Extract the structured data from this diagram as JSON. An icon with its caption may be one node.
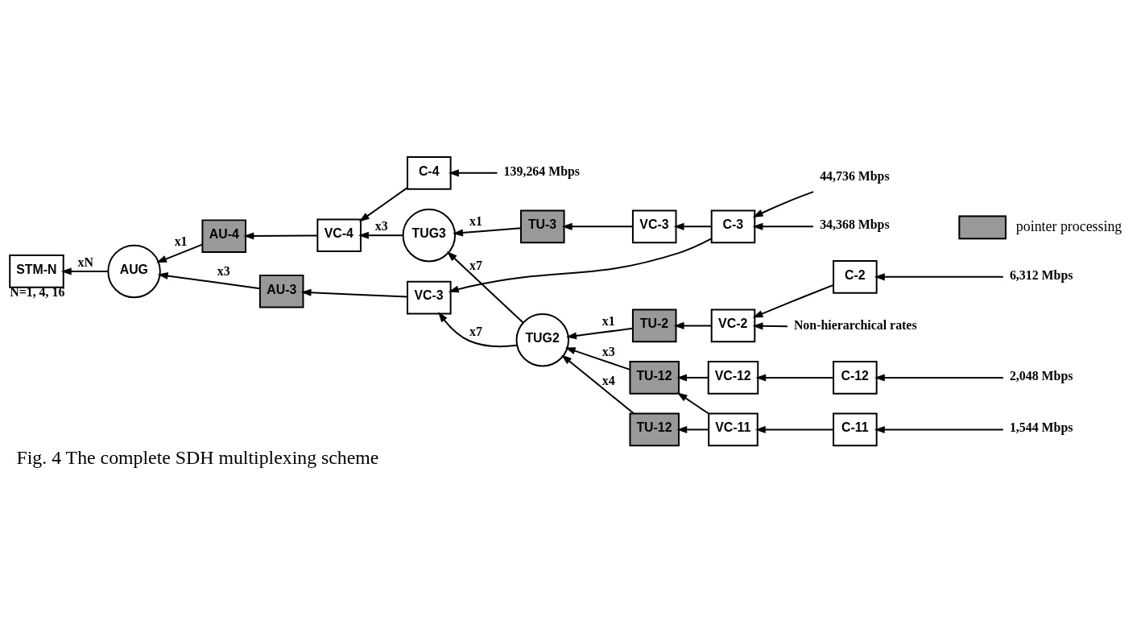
{
  "diagram": {
    "caption": "Fig. 4 The complete SDH multiplexing scheme",
    "nodes": [
      {
        "text": [
          "STM-N"
        ],
        "beside": [
          "N=1, 4, 16"
        ]
      },
      {
        "text": [
          "AUG"
        ]
      },
      {
        "text": [
          "AU-4"
        ]
      },
      {
        "text": [
          "VC-4"
        ]
      },
      {
        "text": [
          "C-4"
        ]
      },
      {
        "text": [
          "139,264 Mbps"
        ]
      },
      {
        "text": [
          "TUG3"
        ]
      },
      {
        "text": [
          "TU-3"
        ]
      },
      {
        "text": [
          "VC-3"
        ]
      },
      {
        "text": [
          "C-3"
        ]
      },
      {
        "text": [
          "44,736 Mbps"
        ]
      },
      {
        "text": [
          "34,368 Mbps"
        ]
      },
      {
        "text": [
          "AU-3"
        ]
      },
      {
        "text": [
          "VC-3"
        ]
      },
      {
        "text": [
          "TUG2"
        ]
      },
      {
        "text": [
          "TU-2"
        ]
      },
      {
        "text": [
          "VC-2"
        ]
      },
      {
        "text": [
          "C-2"
        ]
      },
      {
        "text": [
          "6,312 Mbps"
        ]
      },
      {
        "text": [
          "Non-hierarchical rates"
        ]
      },
      {
        "text": [
          "TU-12"
        ]
      },
      {
        "text": [
          "VC-12"
        ]
      },
      {
        "text": [
          "C-12"
        ]
      },
      {
        "text": [
          "2,048 Mbps"
        ]
      },
      {
        "text": [
          "TU-12"
        ]
      },
      {
        "text": [
          "VC-11"
        ]
      },
      {
        "text": [
          "C-11"
        ]
      },
      {
        "text": [
          "1,544 Mbps"
        ]
      }
    ],
    "edges": [
      {
        "from": 1,
        "to": 0,
        "arrow": "to",
        "label": "xN"
      },
      {
        "from": 2,
        "to": 1,
        "arrow": "to",
        "label": "x1"
      },
      {
        "from": 3,
        "to": 2,
        "arrow": "to"
      },
      {
        "from": 4,
        "to": 3,
        "arrow": "to"
      },
      {
        "from": 5,
        "to": 4,
        "arrow": "to"
      },
      {
        "from": 6,
        "to": 3,
        "arrow": "to",
        "label": "x3"
      },
      {
        "from": 7,
        "to": 6,
        "arrow": "to",
        "label": "x1"
      },
      {
        "from": 8,
        "to": 7,
        "arrow": "to"
      },
      {
        "from": 9,
        "to": 8,
        "arrow": "to"
      },
      {
        "from": 10,
        "to": 9,
        "arrow": "to"
      },
      {
        "from": 11,
        "to": 9,
        "arrow": "to"
      },
      {
        "from": 12,
        "to": 1,
        "arrow": "to",
        "label": "x3"
      },
      {
        "from": 13,
        "to": 12,
        "arrow": "to"
      },
      {
        "from": 9,
        "to": 13,
        "arrow": "to"
      },
      {
        "from": 14,
        "to": 6,
        "arrow": "to",
        "label": "x7"
      },
      {
        "from": 14,
        "to": 13,
        "arrow": "to",
        "label": "x7"
      },
      {
        "from": 15,
        "to": 14,
        "arrow": "to",
        "label": "x1"
      },
      {
        "from": 16,
        "to": 15,
        "arrow": "to"
      },
      {
        "from": 17,
        "to": 16,
        "arrow": "to"
      },
      {
        "from": 18,
        "to": 17,
        "arrow": "to"
      },
      {
        "from": 19,
        "to": 16,
        "arrow": "to"
      },
      {
        "from": 20,
        "to": 14,
        "arrow": "to",
        "label": "x3"
      },
      {
        "from": 21,
        "to": 20,
        "arrow": "to"
      },
      {
        "from": 22,
        "to": 21,
        "arrow": "to"
      },
      {
        "from": 23,
        "to": 22,
        "arrow": "to"
      },
      {
        "from": 24,
        "to": 14,
        "arrow": "to",
        "label": "x4"
      },
      {
        "from": 25,
        "to": 24,
        "arrow": "to"
      },
      {
        "from": 26,
        "to": 25,
        "arrow": "to"
      },
      {
        "from": 27,
        "to": 26,
        "arrow": "to"
      },
      {
        "from": 25,
        "to": 20,
        "arrow": "to"
      }
    ],
    "legend": [
      {
        "text": "pointer processing",
        "color": "#999999"
      }
    ]
  }
}
